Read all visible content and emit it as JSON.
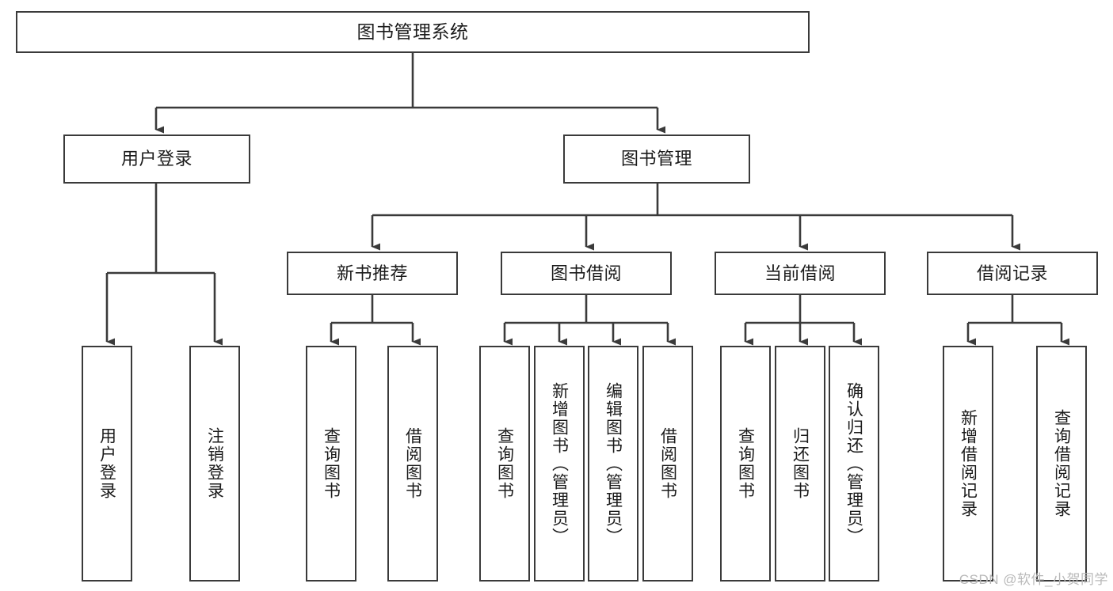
{
  "diagram": {
    "title": "图书管理系统",
    "watermark": "CSDN @软件_小贺同学",
    "line_color": "#3a3a3a",
    "text_color": "#1b1b1b",
    "background": "#ffffff",
    "root": {
      "label": "图书管理系统"
    },
    "level2": [
      {
        "label": "用户登录"
      },
      {
        "label": "图书管理"
      }
    ],
    "level3": [
      {
        "label": "新书推荐"
      },
      {
        "label": "图书借阅"
      },
      {
        "label": "当前借阅"
      },
      {
        "label": "借阅记录"
      }
    ],
    "leaves": {
      "user_login": [
        {
          "label": "用户登录"
        },
        {
          "label": "注销登录"
        }
      ],
      "new_book": [
        {
          "label": "查询图书"
        },
        {
          "label": "借阅图书"
        }
      ],
      "borrow_book": [
        {
          "label": "查询图书"
        },
        {
          "label": "新增图书（管理员）"
        },
        {
          "label": "编辑图书（管理员）"
        },
        {
          "label": "借阅图书"
        }
      ],
      "current_borrow": [
        {
          "label": "查询图书"
        },
        {
          "label": "归还图书"
        },
        {
          "label": "确认归还（管理员）"
        }
      ],
      "borrow_record": [
        {
          "label": "新增借阅记录"
        },
        {
          "label": "查询借阅记录"
        }
      ]
    }
  }
}
